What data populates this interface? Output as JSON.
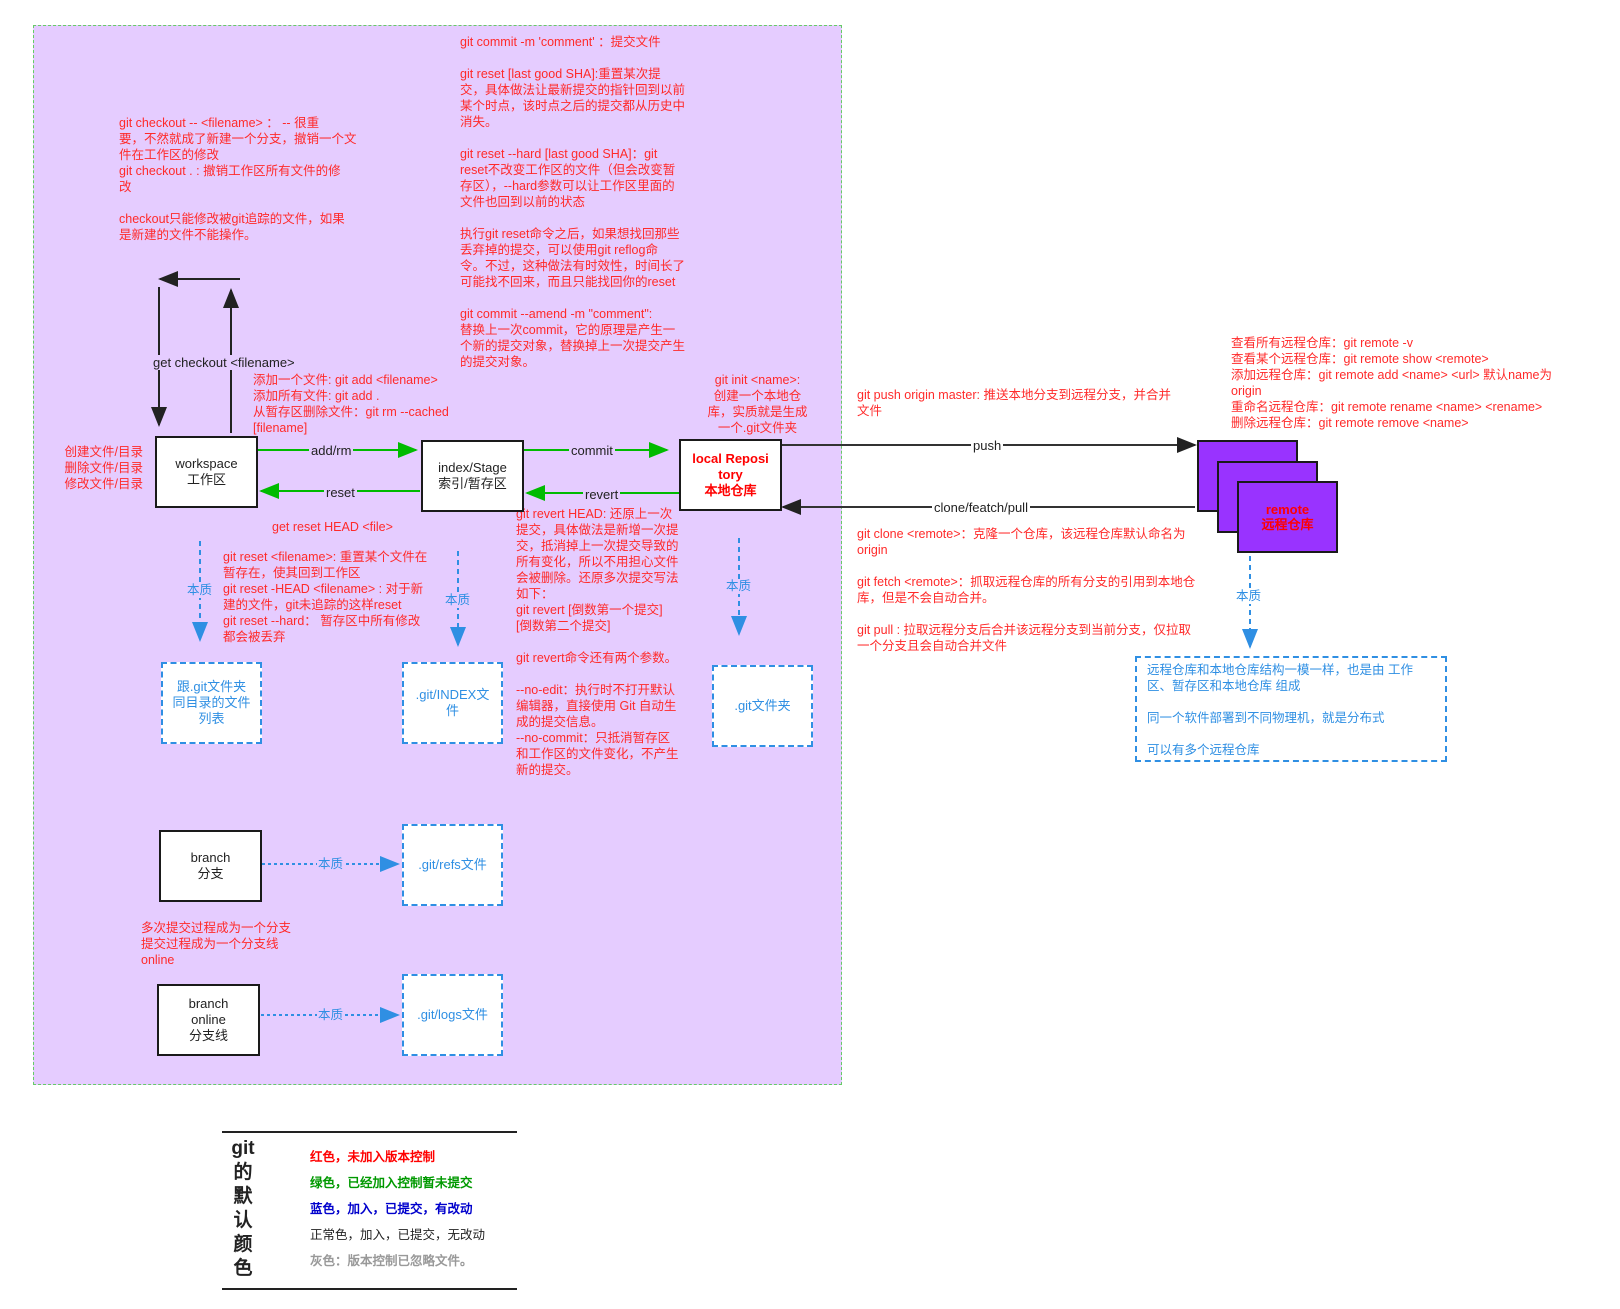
{
  "colors": {
    "region_bg": "#e5ccff",
    "note_red": "#ff2a2a",
    "note_blue": "#2f8fe3",
    "arrow_green": "#00bb00",
    "remote_purple": "#9933ff"
  },
  "notes": {
    "top_commit": "git commit -m 'comment' ：提交文件\n\ngit reset [last good SHA]:重置某次提\n交，具体做法让最新提交的指针回到以前\n某个时点，该时点之后的提交都从历史中\n消失。\n\ngit reset --hard [last good SHA]：git\nreset不改变工作区的文件（但会改变暂\n存区），--hard参数可以让工作区里面的\n文件也回到以前的状态\n\n执行git reset命令之后，如果想找回那些\n丢弃掉的提交，可以使用git reflog命\n令。不过，这种做法有时效性，时间长了\n可能找不回来，而且只能找回你的reset\n\ngit commit --amend -m \"comment\":\n替换上一次commit，它的原理是产生一\n个新的提交对象，替换掉上一次提交产生\n的提交对象。",
    "checkout": "git checkout --  <filename> ：  -- 很重\n要，不然就成了新建一个分支，撤销一个文\n件在工作区的修改\ngit checkout . : 撤销工作区所有文件的修\n改\n\ncheckout只能修改被git追踪的文件，如果\n是新建的文件不能操作。",
    "add": "添加一个文件: git add <filename>\n添加所有文件: git add .\n从暂存区删除文件：git rm --cached\n[filename]",
    "git_init": "git init <name>:\n创建一个本地仓\n库，实质就是生成\n一个.git文件夹",
    "workspace_ops": "创建文件/目录\n删除文件/目录\n修改文件/目录",
    "get_reset_head": "get reset HEAD <file>",
    "reset_file": "git reset <filename>: 重置某个文件在\n暂存在，使其回到工作区\ngit reset -HEAD <filename> : 对于新\n建的文件，git未追踪的这样reset\ngit reset --hard：  暂存区中所有修改\n都会被丢弃",
    "revert": "git revert HEAD: 还原上一次\n提交，具体做法是新增一次提\n交，抵消掉上一次提交导致的\n所有变化，所以不用担心文件\n会被删除。还原多次提交写法\n如下：\ngit revert [倒数第一个提交]\n[倒数第二个提交]\n\ngit revert命令还有两个参数。\n\n--no-edit：执行时不打开默认\n编辑器，直接使用 Git 自动生\n成的提交信息。\n--no-commit：只抵消暂存区\n和工作区的文件变化，不产生\n新的提交。",
    "branch_online": "多次提交过程成为一个分支\n提交过程成为一个分支线\nonline",
    "push_origin": "git push origin master: 推送本地分支到远程分支，并合并\n文件",
    "remote_cmds": "查看所有远程仓库：git remote -v\n查看某个远程仓库：git remote show <remote>\n添加远程仓库：git remote add <name> <url> 默认name为\norigin\n重命名远程仓库：git remote rename <name> <rename>\n删除远程仓库：git remote remove <name>",
    "clone_fetch_pull": "git clone <remote>：克隆一个仓库，该远程仓库默认命名为\norigin\n\ngit fetch <remote>：抓取远程仓库的所有分支的引用到本地仓\n库，但是不会自动合并。\n\ngit pull : 拉取远程分支后合并该远程分支到当前分支，仅拉取\n一个分支且会自动合并文件"
  },
  "nodes": {
    "workspace": "workspace\n工作区",
    "index": "index/Stage\n索引/暂存区",
    "local_repo": "local Reposi\ntory\n本地仓库",
    "remote": "remote\n远程仓库",
    "branch": "branch\n分支",
    "branch_online": "branch\nonline\n分支线"
  },
  "essence_boxes": {
    "workspace_files": "跟.git文件夹\n同目录的文件\n列表",
    "git_index": ".git/INDEX文\n件",
    "git_folder": ".git文件夹",
    "git_refs": ".git/refs文件",
    "git_logs": ".git/logs文件",
    "remote_desc": "远程仓库和本地仓库结构一模一样，也是由 工作\n区、暂存区和本地仓库 组成\n\n同一个软件部署到不同物理机，就是分布式\n\n可以有多个远程仓库"
  },
  "edges": {
    "get_checkout": "get checkout <filename>",
    "add_rm": "add/rm",
    "commit": "commit",
    "reset": "reset",
    "revert": "revert",
    "push": "push",
    "clone_fetch_pull": "clone/featch/pull",
    "essence": "本质"
  },
  "legend": {
    "title": "git的默认颜色",
    "items": [
      {
        "text": "红色，未加入版本控制",
        "color": "#ff0000"
      },
      {
        "text": "绿色，已经加入控制暂未提交",
        "color": "#009900"
      },
      {
        "text": "蓝色，加入，已提交，有改动",
        "color": "#0000cc"
      },
      {
        "text": "正常色，加入，已提交，无改动",
        "color": "#222222"
      },
      {
        "text": "灰色：版本控制已忽略文件。",
        "color": "#999999"
      }
    ]
  }
}
